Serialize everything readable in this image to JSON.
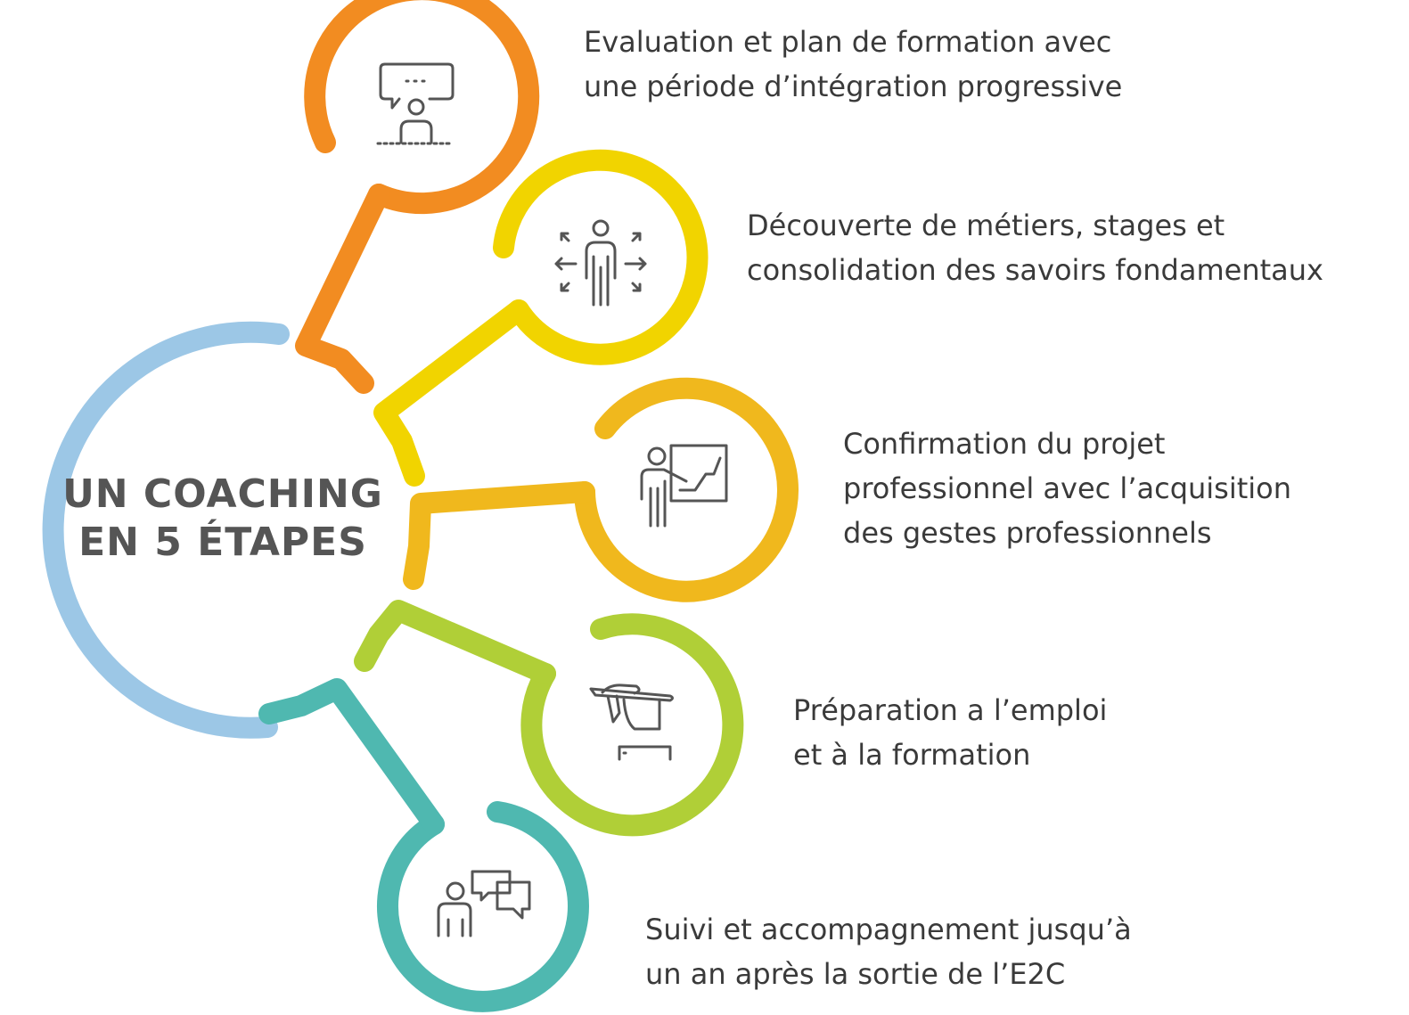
{
  "title": {
    "line1": "UN COACHING",
    "line2": "EN 5 ÉTAPES"
  },
  "colors": {
    "center": "#9cc7e6",
    "title_text": "#555555",
    "body_text": "#3a3a3a",
    "icon": "#555555"
  },
  "steps": [
    {
      "lines": [
        "Evaluation et plan de formation avec",
        "une période d’intégration progressive"
      ],
      "color": "#f28c21",
      "icon": "presenter-speech-icon"
    },
    {
      "lines": [
        "Découverte de métiers, stages et",
        "consolidation des savoirs fondamentaux"
      ],
      "color": "#f1d400",
      "icon": "person-arrows-icon"
    },
    {
      "lines": [
        "Confirmation du projet",
        "professionnel avec l’acquisition",
        "des gestes professionnels"
      ],
      "color": "#f0b81d",
      "icon": "teacher-board-icon"
    },
    {
      "lines": [
        "Préparation a l’emploi",
        "et à la formation"
      ],
      "color": "#b0cf37",
      "icon": "hand-pen-icon"
    },
    {
      "lines": [
        "Suivi et accompagnement jusqu’à",
        "un an après la sortie de l’E2C"
      ],
      "color": "#4fb8b0",
      "icon": "person-chat-icon"
    }
  ]
}
